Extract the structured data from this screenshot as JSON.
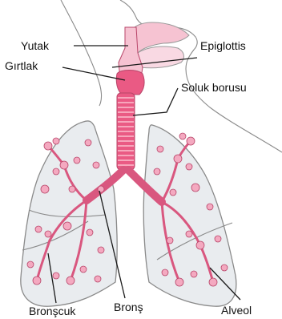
{
  "labels": {
    "pharynx": "Yutak",
    "larynx": "Gırtlak",
    "epiglottis": "Epiglottis",
    "trachea": "Soluk borusu",
    "bronchiole": "Bronşcuk",
    "bronchus": "Bronş",
    "alveolus": "Alveol"
  },
  "colors": {
    "airway": "#ea5a84",
    "airway_light": "#f6c3d2",
    "alveoli": "#f4a9c0",
    "lung_fill": "#e9ecef",
    "outline": "#8a8a8a"
  }
}
